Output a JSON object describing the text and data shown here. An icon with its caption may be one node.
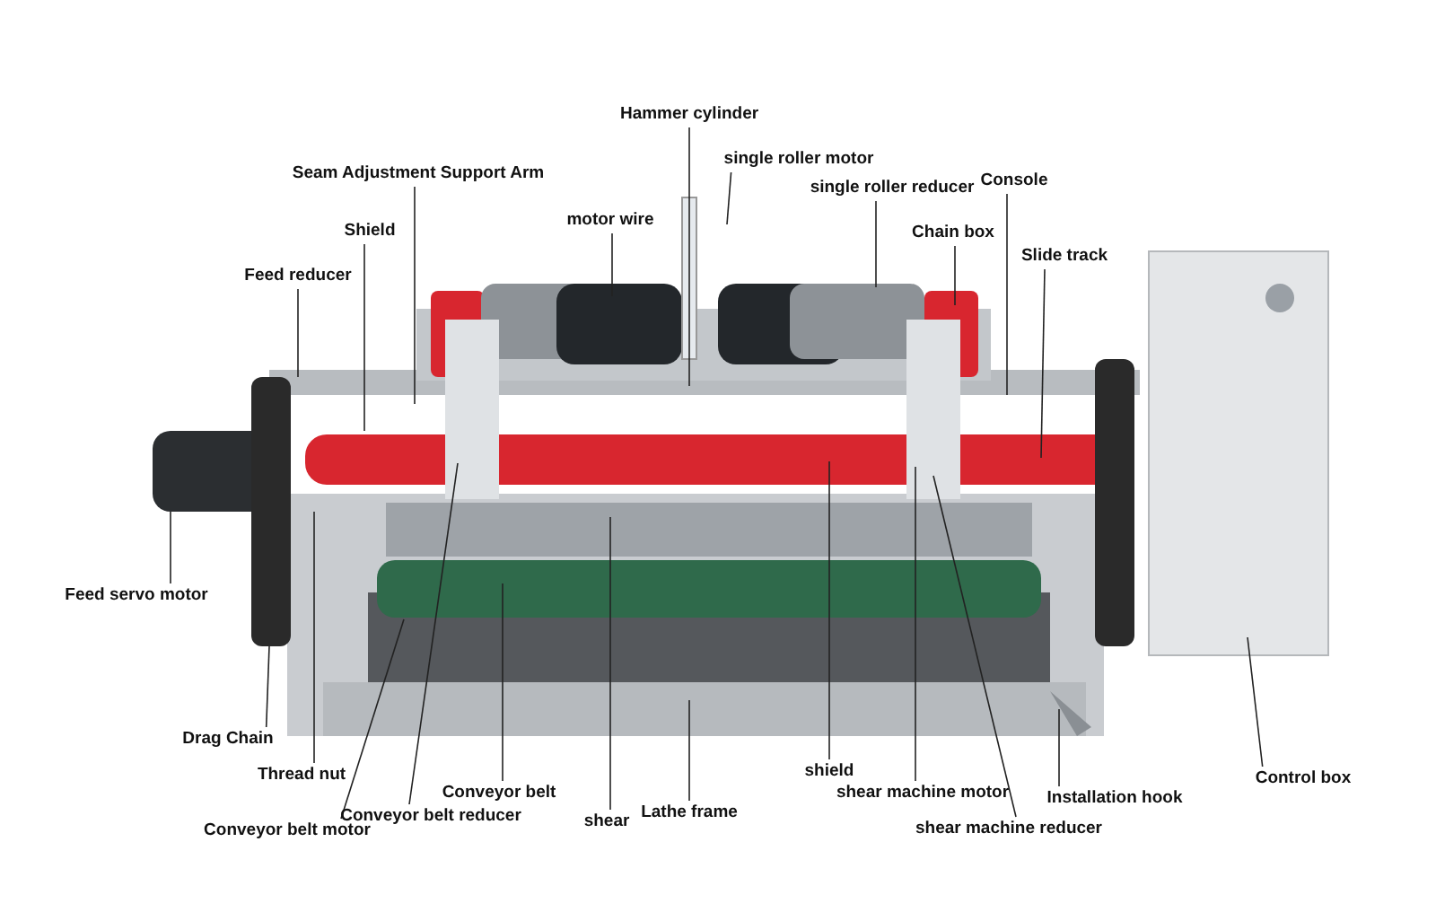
{
  "diagram": {
    "nodes": [
      {
        "text": [
          "Hammer cylinder"
        ]
      },
      {
        "text": [
          "Seam Adjustment Support Arm"
        ]
      },
      {
        "text": [
          "single roller motor"
        ]
      },
      {
        "text": [
          "motor wire"
        ]
      },
      {
        "text": [
          "single roller reducer"
        ]
      },
      {
        "text": [
          "Console"
        ]
      },
      {
        "text": [
          "Shield"
        ]
      },
      {
        "text": [
          "Chain box"
        ]
      },
      {
        "text": [
          "Slide track"
        ]
      },
      {
        "text": [
          "Feed reducer"
        ]
      },
      {
        "text": [
          "Feed servo motor"
        ]
      },
      {
        "text": [
          "Drag Chain"
        ]
      },
      {
        "text": [
          "Thread nut"
        ]
      },
      {
        "text": [
          "Conveyor belt motor"
        ]
      },
      {
        "text": [
          "Conveyor belt reducer"
        ]
      },
      {
        "text": [
          "Conveyor belt"
        ]
      },
      {
        "text": [
          "shear"
        ]
      },
      {
        "text": [
          "Lathe frame"
        ]
      },
      {
        "text": [
          "shield"
        ]
      },
      {
        "text": [
          "shear machine motor"
        ]
      },
      {
        "text": [
          "shear machine reducer"
        ]
      },
      {
        "text": [
          "Installation hook"
        ]
      },
      {
        "text": [
          "Control box"
        ]
      }
    ],
    "edges": [
      {
        "from": 0,
        "to": null,
        "arrow": "none"
      },
      {
        "from": 1,
        "to": null,
        "arrow": "none"
      },
      {
        "from": 2,
        "to": null,
        "arrow": "none"
      },
      {
        "from": 3,
        "to": null,
        "arrow": "none"
      },
      {
        "from": 4,
        "to": null,
        "arrow": "none"
      },
      {
        "from": 5,
        "to": null,
        "arrow": "none"
      },
      {
        "from": 6,
        "to": null,
        "arrow": "none"
      },
      {
        "from": 7,
        "to": null,
        "arrow": "none"
      },
      {
        "from": 8,
        "to": null,
        "arrow": "none"
      },
      {
        "from": 9,
        "to": null,
        "arrow": "none"
      },
      {
        "from": 10,
        "to": null,
        "arrow": "none"
      },
      {
        "from": 11,
        "to": null,
        "arrow": "none"
      },
      {
        "from": 12,
        "to": null,
        "arrow": "none"
      },
      {
        "from": 13,
        "to": null,
        "arrow": "none"
      },
      {
        "from": 14,
        "to": null,
        "arrow": "none"
      },
      {
        "from": 15,
        "to": null,
        "arrow": "none"
      },
      {
        "from": 16,
        "to": null,
        "arrow": "none"
      },
      {
        "from": 17,
        "to": null,
        "arrow": "none"
      },
      {
        "from": 18,
        "to": null,
        "arrow": "none"
      },
      {
        "from": 19,
        "to": null,
        "arrow": "none"
      },
      {
        "from": 20,
        "to": null,
        "arrow": "none"
      },
      {
        "from": 21,
        "to": null,
        "arrow": "none"
      },
      {
        "from": 22,
        "to": null,
        "arrow": "none"
      }
    ]
  }
}
